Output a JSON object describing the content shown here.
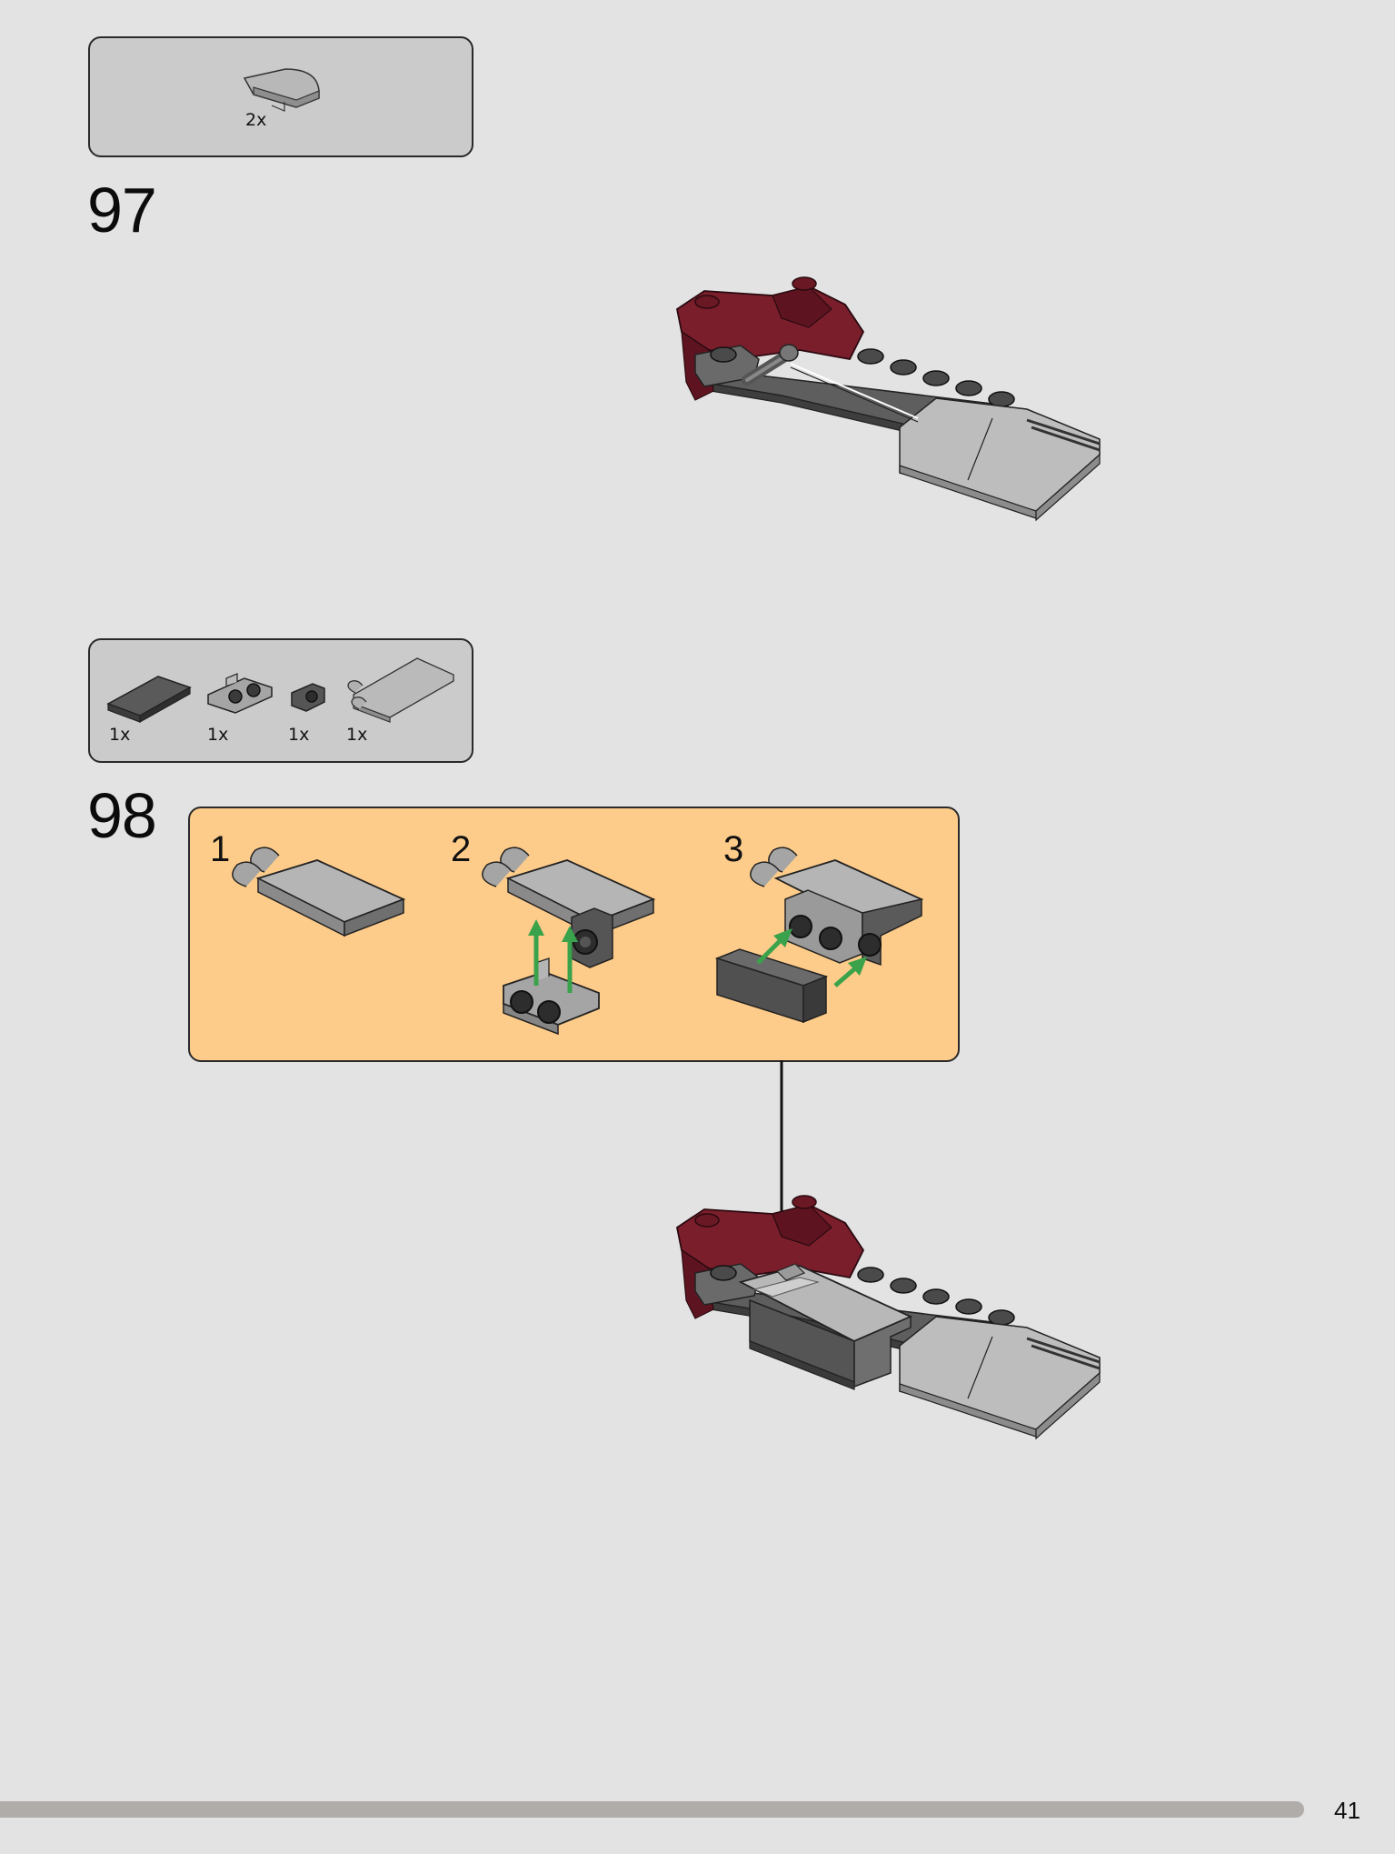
{
  "steps": [
    {
      "number": "97",
      "parts": [
        {
          "name": "curved slope 1x2",
          "quantity": "2x"
        }
      ]
    },
    {
      "number": "98",
      "parts": [
        {
          "name": "tile 1x4 dark gray",
          "quantity": "1x"
        },
        {
          "name": "bracket 1x2 with studs",
          "quantity": "1x"
        },
        {
          "name": "bracket 1x1 dark gray",
          "quantity": "1x"
        },
        {
          "name": "plate with clips",
          "quantity": "1x"
        }
      ],
      "substeps": [
        "1",
        "2",
        "3"
      ]
    }
  ],
  "page_number": "41",
  "colors": {
    "background": "#e3e3e3",
    "parts_box": "#cbcbcb",
    "substep_box": "#fecc8a",
    "dark_red": "#7a1e2b",
    "light_gray": "#b5b5b5",
    "dark_gray": "#585858",
    "arrow_green": "#3aa24a"
  },
  "icons": [
    "curved-slope-icon",
    "tile-icon",
    "bracket-icon",
    "clip-plate-icon",
    "down-arrow-icon"
  ]
}
